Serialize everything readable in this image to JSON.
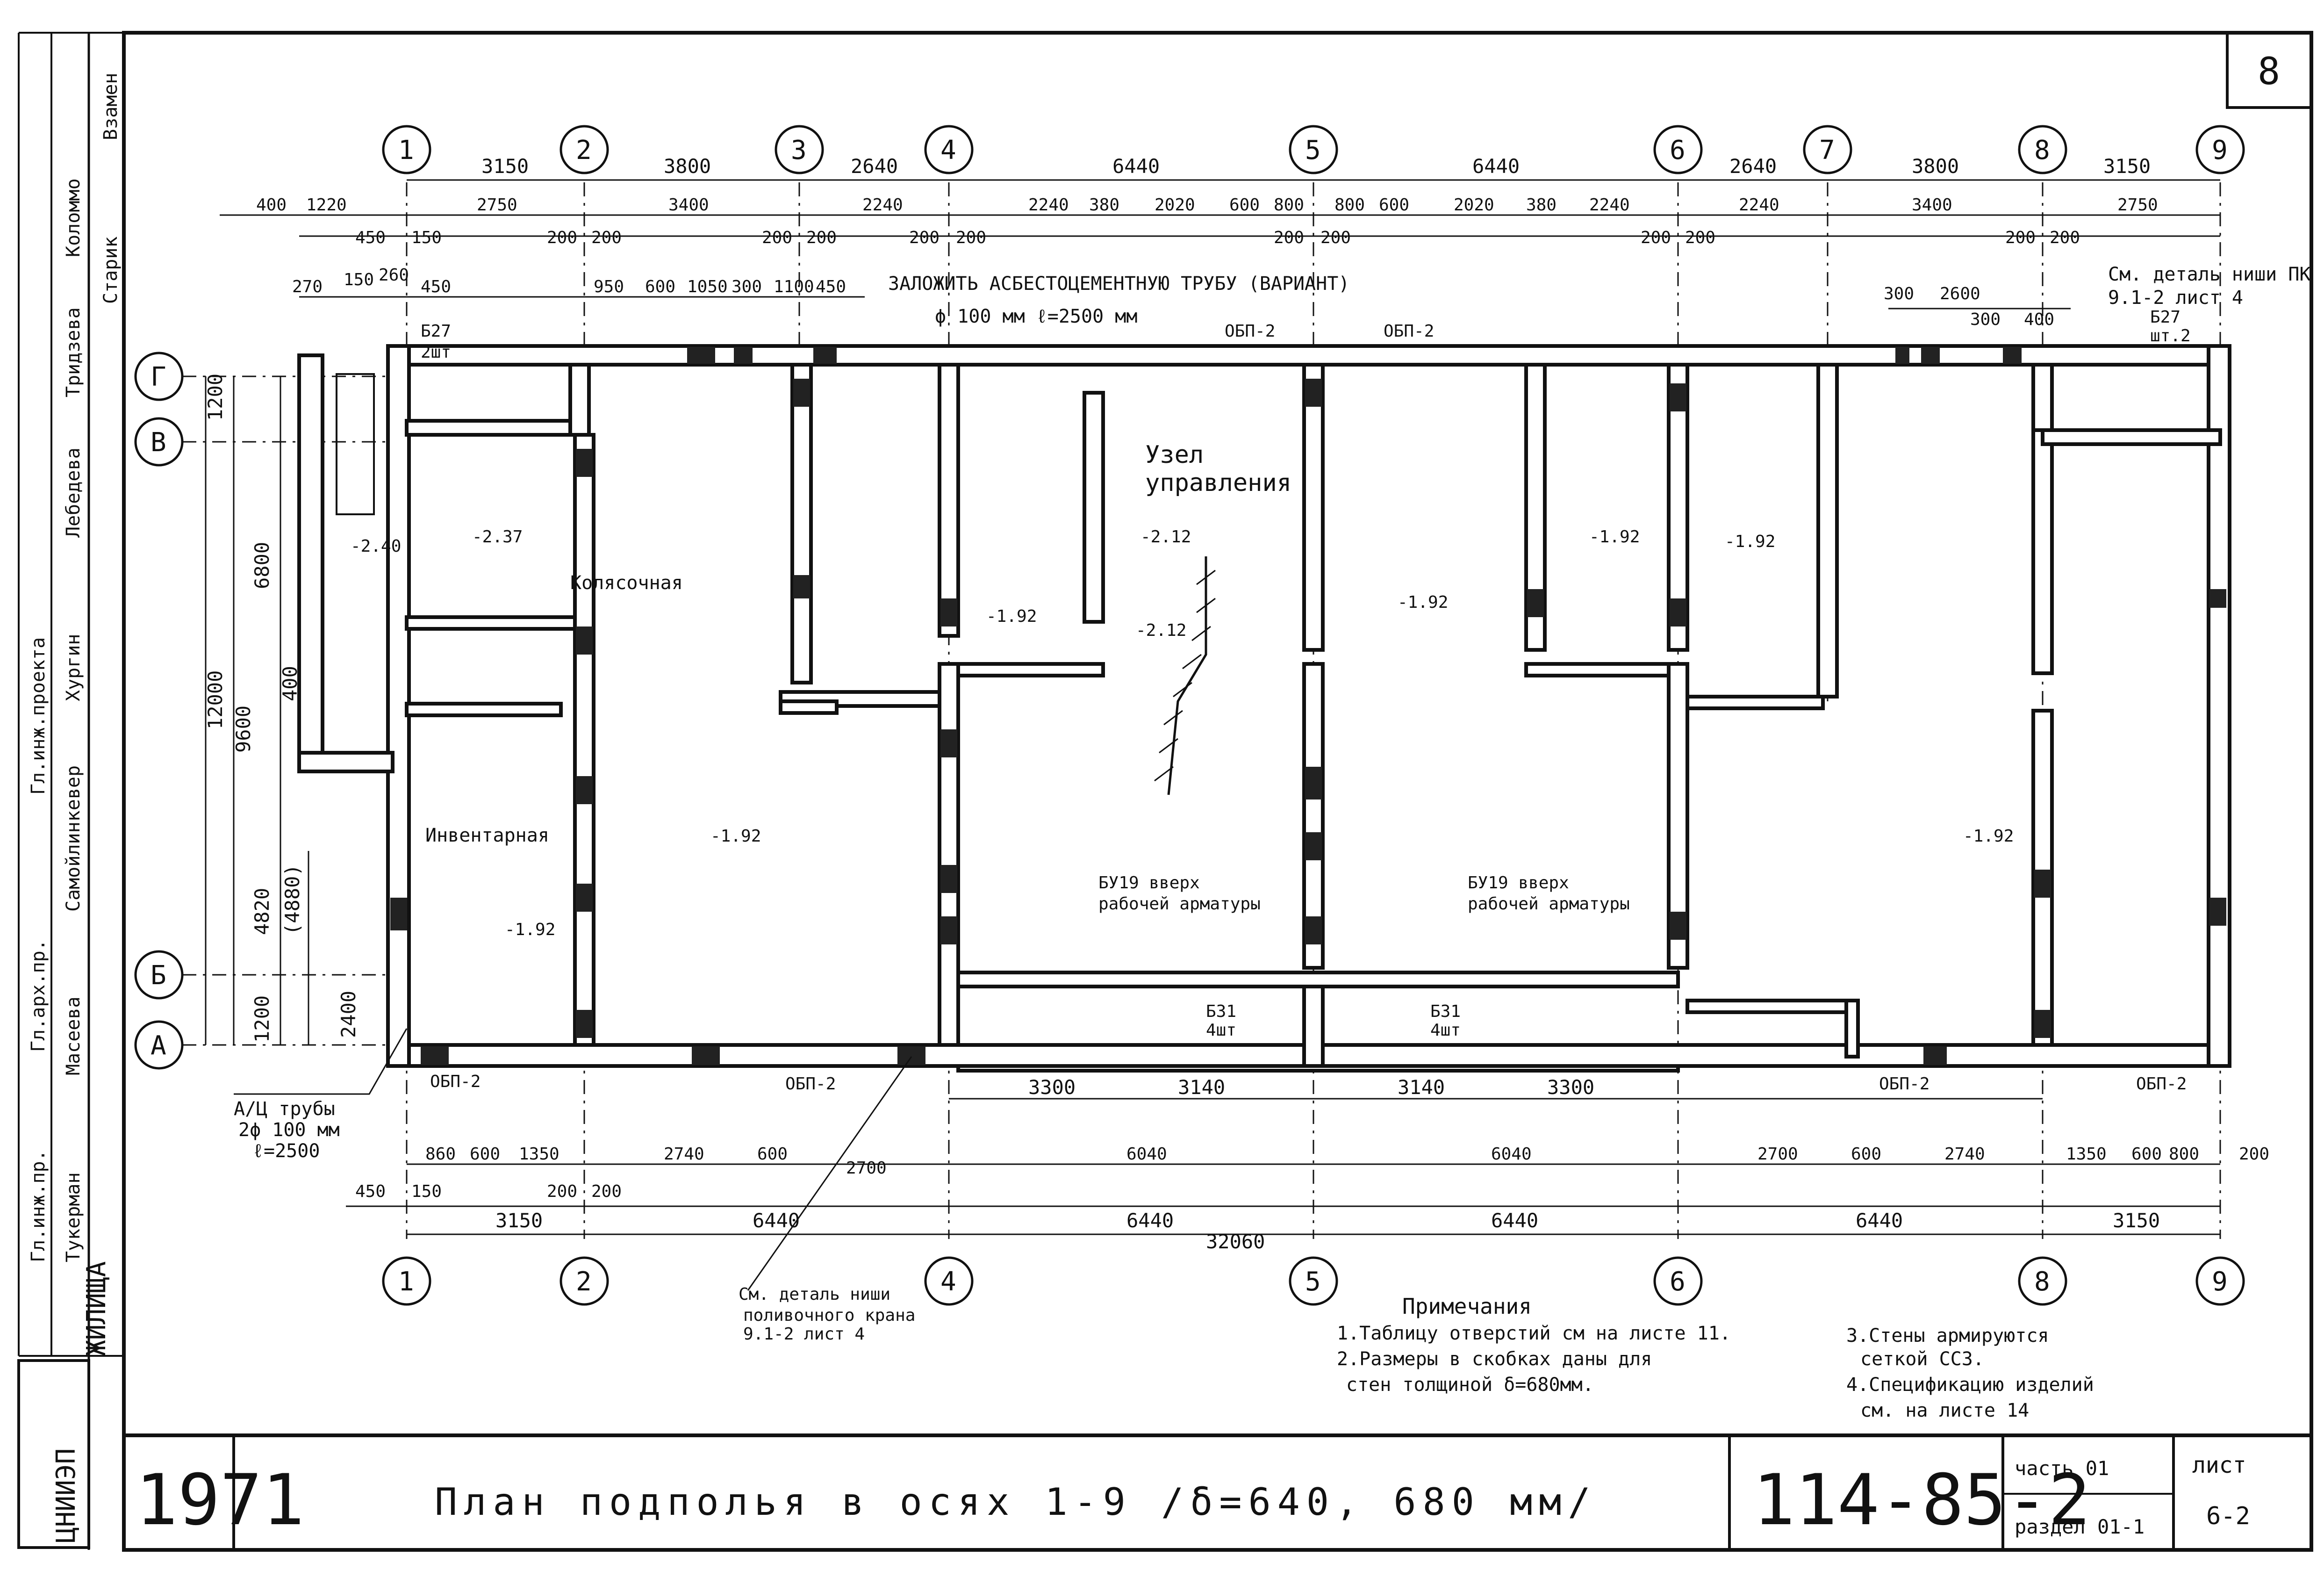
{
  "sheet_number": "8",
  "axes_top": [
    "1",
    "2",
    "3",
    "4",
    "5",
    "6",
    "7",
    "8",
    "9"
  ],
  "axes_bottom": [
    "1",
    "2",
    "4",
    "5",
    "6",
    "8",
    "9"
  ],
  "axes_side": [
    "Г",
    "В",
    "Б",
    "А"
  ],
  "dims_top_row1": [
    "3150",
    "3800",
    "2640",
    "6440",
    "6440",
    "2640",
    "3800",
    "3150"
  ],
  "dims_top_row2": [
    "400",
    "1220",
    "2750",
    "3400",
    "2240",
    "2240",
    "380",
    "2020",
    "600",
    "800",
    "800",
    "600",
    "2020",
    "380",
    "2240",
    "2240",
    "3400",
    "2750"
  ],
  "dims_top_row3": [
    "450",
    "150",
    "200",
    "200",
    "200",
    "200",
    "200",
    "200",
    "200",
    "200",
    "200",
    "200",
    "200",
    "200"
  ],
  "dims_top_row4": [
    "270",
    "150",
    "260",
    "450",
    "950",
    "600",
    "1050",
    "300",
    "1100",
    "450",
    "300",
    "2600",
    "300",
    "400"
  ],
  "dims_bottom_row1": [
    "3300",
    "3140",
    "3140",
    "3300"
  ],
  "dims_bottom_row2": [
    "860",
    "600",
    "1350",
    "2740",
    "600",
    "2700",
    "6040",
    "6040",
    "2700",
    "600",
    "2740",
    "1350",
    "600",
    "800",
    "200"
  ],
  "dims_bottom_row3": [
    "450",
    "150",
    "200",
    "200",
    "3150",
    "6440",
    "6440",
    "6440",
    "6440",
    "3150"
  ],
  "dims_overall": "32060",
  "dims_left": [
    "1200",
    "6800",
    "12000",
    "9600",
    "400",
    "4820",
    "(4880)",
    "2400",
    "1200"
  ],
  "top_note": "ЗАЛОЖИТЬ АСБЕСТОЦЕМЕНТНУЮ ТРУБУ (ВАРИАНТ)",
  "top_note2": "ϕ 100 мм  ℓ=2500 мм",
  "detail_ref_top": "См. деталь ниши ПК",
  "detail_ref_top2": "9.1-2 лист 4",
  "rooms": {
    "kolyasochnaya": "Колясочная",
    "inventarnaya": "Инвентарная",
    "uzel": "Узел",
    "upravleniya": "управления"
  },
  "elevations": [
    "-2.40",
    "-2.37",
    "-1.92",
    "-2.12",
    "-2.12",
    "-1.92",
    "-1.92",
    "-1.92",
    "-1.92",
    "-1.92",
    "-1.92"
  ],
  "beam_labels": [
    "Б27",
    "2шт",
    "Б27",
    "шт.2",
    "Б31",
    "4шт",
    "Б31",
    "4шт"
  ],
  "obp_labels": [
    "ОБП-2",
    "ОБП-2",
    "ОБП-2",
    "ОБП-2",
    "ОБП-2",
    "ОБП-2"
  ],
  "by_label": "БУ19 вверх",
  "by_label2": "рабочей арматуры",
  "pipes_note": [
    "А/Ц трубы",
    "2ϕ 100 мм",
    "ℓ=2500"
  ],
  "detail_ref_bottom": [
    "См. деталь ниши",
    "поливочного крана",
    "9.1-2 лист 4"
  ],
  "notes": {
    "title": "Примечания",
    "items": [
      "1.Таблицу отверстий см на листе 11.",
      "2.Размеры в скобках даны для",
      "стен толщиной  δ=680мм.",
      "3.Стены армируются",
      "сеткой  ССЗ.",
      "4.Спецификацию изделий",
      "см. на листе 14"
    ]
  },
  "title_block": {
    "year": "1971",
    "title": "План подполья в осях 1-9 /δ=640, 680 мм/",
    "code": "114-85-2",
    "part_label": "часть 01",
    "section_label": "раздел 01-1",
    "sheet_label": "лист",
    "sheet_value": "6-2",
    "org_vertical": "ЖИЛИЩА",
    "org_logo": "ЦНИИЭП",
    "replaced_label": "Взамен"
  },
  "side_stamp": [
    "Гл.инж.пр.",
    "Гл.арх.пр.",
    "Гл.инж.проекта",
    "Тукерман",
    "Масеева",
    "Самойлинкевер",
    "Хургин",
    "Лебедева",
    "Тридзева",
    "Коломмо",
    "Старик"
  ]
}
